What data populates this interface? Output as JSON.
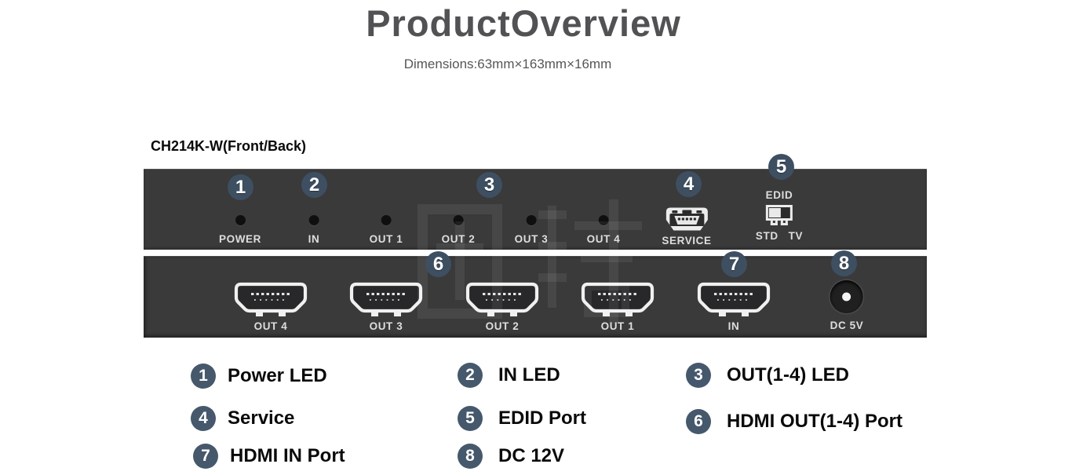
{
  "page": {
    "title": "ProductOverview",
    "subtitle": "Dimensions:63mm×163mm×16mm"
  },
  "device": {
    "name_label": "CH214K-W(Front/Back)",
    "watermark_text": "國瑭",
    "callouts": [
      "1",
      "2",
      "3",
      "4",
      "5",
      "6",
      "7",
      "8"
    ],
    "front_panel": {
      "leds": [
        {
          "label": "POWER"
        },
        {
          "label": "IN"
        },
        {
          "label": "OUT 1"
        },
        {
          "label": "OUT 2"
        },
        {
          "label": "OUT 3"
        },
        {
          "label": "OUT 4"
        }
      ],
      "service": {
        "label": "SERVICE"
      },
      "edid": {
        "title": "EDID",
        "positions": [
          "STD",
          "TV"
        ]
      }
    },
    "back_panel": {
      "hdmi_ports": [
        {
          "label": "OUT 4"
        },
        {
          "label": "OUT 3"
        },
        {
          "label": "OUT 2"
        },
        {
          "label": "OUT 1"
        },
        {
          "label": "IN"
        }
      ],
      "dc_jack": {
        "label": "DC 5V"
      }
    }
  },
  "legend": {
    "items": [
      {
        "num": "1",
        "label": "Power LED"
      },
      {
        "num": "2",
        "label": "IN LED"
      },
      {
        "num": "3",
        "label": "OUT(1-4) LED"
      },
      {
        "num": "4",
        "label": "Service"
      },
      {
        "num": "5",
        "label": "EDID Port"
      },
      {
        "num": "6",
        "label": "HDMI OUT(1-4) Port"
      },
      {
        "num": "7",
        "label": "HDMI IN Port"
      },
      {
        "num": "8",
        "label": "DC 12V"
      }
    ]
  },
  "icons": {
    "hdmi_port": "hdmi-connector-icon",
    "service_port": "mini-usb-icon",
    "edid_switch": "toggle-switch-icon",
    "power_jack": "dc-jack-icon",
    "indicator": "led-dot-icon"
  },
  "colors": {
    "panel": "#3a3a3b",
    "callout_badge": "#3e4f62",
    "legend_badge": "#46586b",
    "panel_text": "#dedede",
    "title_text": "#525254",
    "legend_text": "#0a0a0a",
    "background": "#ffffff"
  }
}
